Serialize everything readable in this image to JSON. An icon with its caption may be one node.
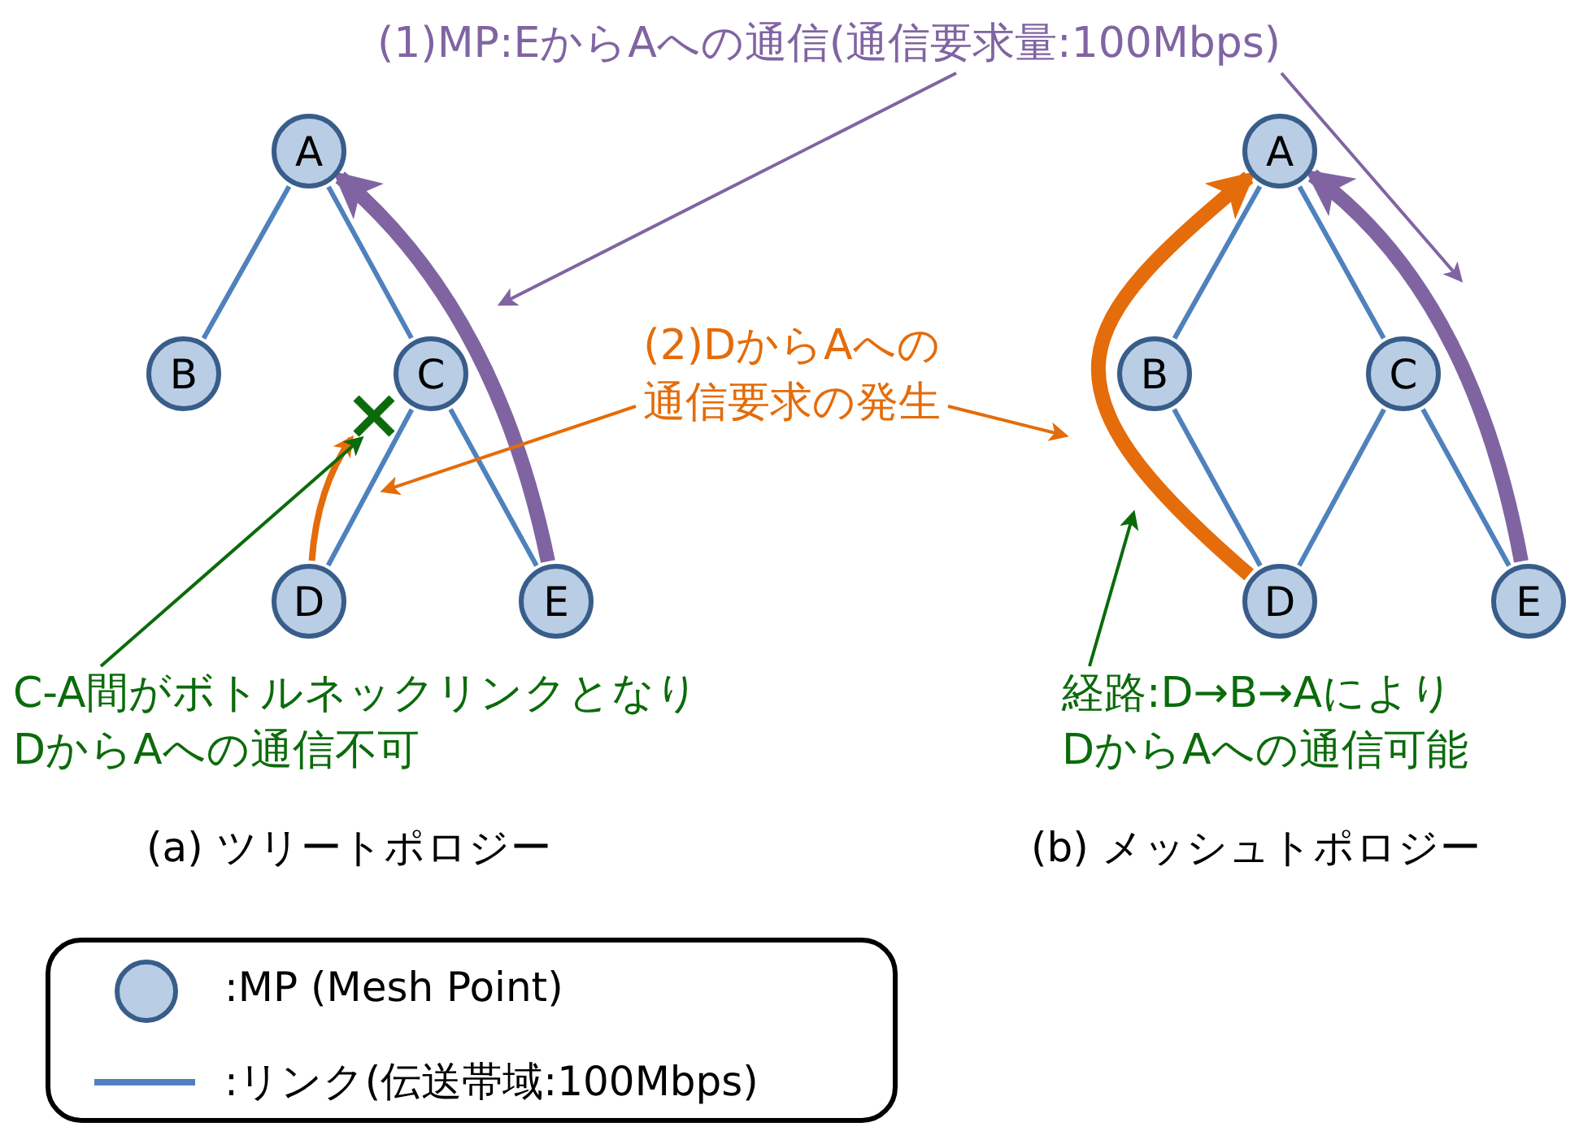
{
  "diagram": {
    "nodes": [
      {
        "text": [
          "A"
        ]
      },
      {
        "text": [
          "B"
        ]
      },
      {
        "text": [
          "C"
        ]
      },
      {
        "text": [
          "D"
        ]
      },
      {
        "text": [
          "E"
        ]
      },
      {
        "text": [
          "A"
        ]
      },
      {
        "text": [
          "B"
        ]
      },
      {
        "text": [
          "C"
        ]
      },
      {
        "text": [
          "D"
        ]
      },
      {
        "text": [
          "E"
        ]
      },
      {
        "text": [
          "(1)MP:EからAへの通信(通信要求量:100Mbps)"
        ]
      },
      {
        "text": [
          "(2)DからAへの通信要求の発生"
        ]
      },
      {
        "text": [
          "C-A間がボトルネックリンクとなりDからAへの通信不可"
        ]
      },
      {
        "text": [
          "経路:D→B→AによりDからAへの通信可能"
        ]
      },
      {
        "text": [],
        "shape": "cross"
      }
    ],
    "edges": [
      {
        "from": 0,
        "to": 1,
        "arrow": "none"
      },
      {
        "from": 0,
        "to": 2,
        "arrow": "none"
      },
      {
        "from": 2,
        "to": 3,
        "arrow": "none"
      },
      {
        "from": 2,
        "to": 4,
        "arrow": "none"
      },
      {
        "from": 5,
        "to": 6,
        "arrow": "none"
      },
      {
        "from": 5,
        "to": 7,
        "arrow": "none"
      },
      {
        "from": 6,
        "to": 8,
        "arrow": "none"
      },
      {
        "from": 7,
        "to": 8,
        "arrow": "none"
      },
      {
        "from": 7,
        "to": 9,
        "arrow": "none"
      },
      {
        "from": 4,
        "to": 0,
        "arrow": "to",
        "style": "thick",
        "color": "#8064a2"
      },
      {
        "from": 3,
        "to": 14,
        "arrow": "to",
        "color": "#e46c0a"
      },
      {
        "from": 8,
        "to": 5,
        "arrow": "to",
        "style": "thick",
        "color": "#e46c0a"
      },
      {
        "from": 9,
        "to": 5,
        "arrow": "to",
        "style": "thick",
        "color": "#8064a2"
      },
      {
        "from": 10,
        "to": null,
        "arrow": "to",
        "color": "#8064a2"
      },
      {
        "from": 10,
        "to": null,
        "arrow": "to",
        "color": "#8064a2"
      },
      {
        "from": 11,
        "to": null,
        "arrow": "to",
        "color": "#e46c0a"
      },
      {
        "from": 11,
        "to": null,
        "arrow": "to",
        "color": "#e46c0a"
      },
      {
        "from": 12,
        "to": 14,
        "arrow": "to",
        "color": "#0b6b0b"
      },
      {
        "from": 13,
        "to": null,
        "arrow": "to",
        "color": "#0b6b0b"
      }
    ],
    "labels": [
      "(a) ツリートポロジー",
      "(b) メッシュトポロジー"
    ],
    "legend": [
      {
        "text": ":MP (Mesh Point)"
      },
      {
        "text": ":リンク(伝送帯域:100Mbps)"
      }
    ]
  }
}
